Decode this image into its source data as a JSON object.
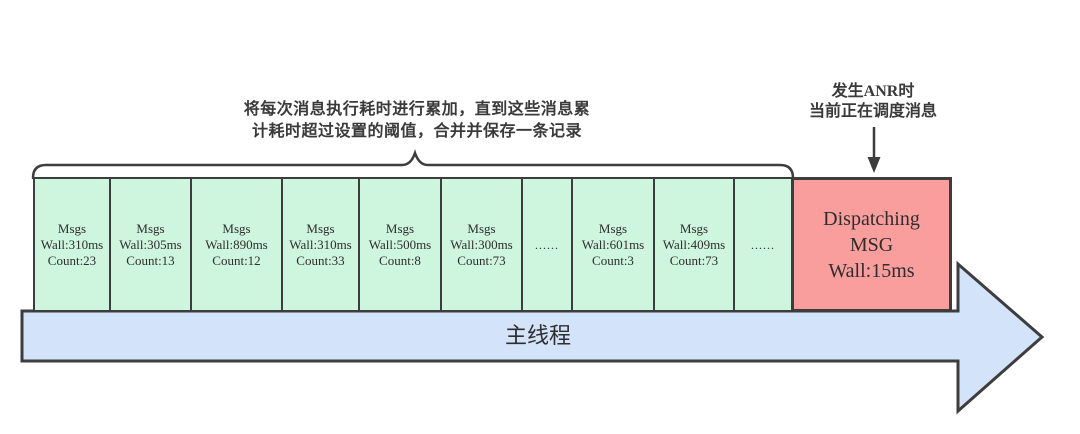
{
  "notes": {
    "accumulate": {
      "line1": "将每次消息执行耗时进行累加，直到这些消息累",
      "line2": "计耗时超过设置的阈值，合并并保存一条记录"
    },
    "anr": {
      "line1": "发生ANR时",
      "line2": "当前正在调度消息"
    }
  },
  "message_boxes": [
    {
      "label": "Msgs",
      "wall": "Wall:310ms",
      "count": "Count:23"
    },
    {
      "label": "Msgs",
      "wall": "Wall:305ms",
      "count": "Count:13"
    },
    {
      "label": "Msgs",
      "wall": "Wall:890ms",
      "count": "Count:12"
    },
    {
      "label": "Msgs",
      "wall": "Wall:310ms",
      "count": "Count:33"
    },
    {
      "label": "Msgs",
      "wall": "Wall:500ms",
      "count": "Count:8"
    },
    {
      "label": "Msgs",
      "wall": "Wall:300ms",
      "count": "Count:73"
    },
    {
      "dots": "......"
    },
    {
      "label": "Msgs",
      "wall": "Wall:601ms",
      "count": "Count:3"
    },
    {
      "label": "Msgs",
      "wall": "Wall:409ms",
      "count": "Count:73"
    },
    {
      "dots": "......"
    }
  ],
  "dispatching_box": {
    "line1": "Dispatching",
    "line2": "MSG",
    "line3": "Wall:15ms"
  },
  "main_thread": {
    "label": "主线程"
  },
  "colors": {
    "box-green": "#cef5dd",
    "box-red": "#f99d9d",
    "bar-blue": "#d3e3fa",
    "stroke-dark": "#3d3d3d",
    "text-dark": "#333333"
  }
}
